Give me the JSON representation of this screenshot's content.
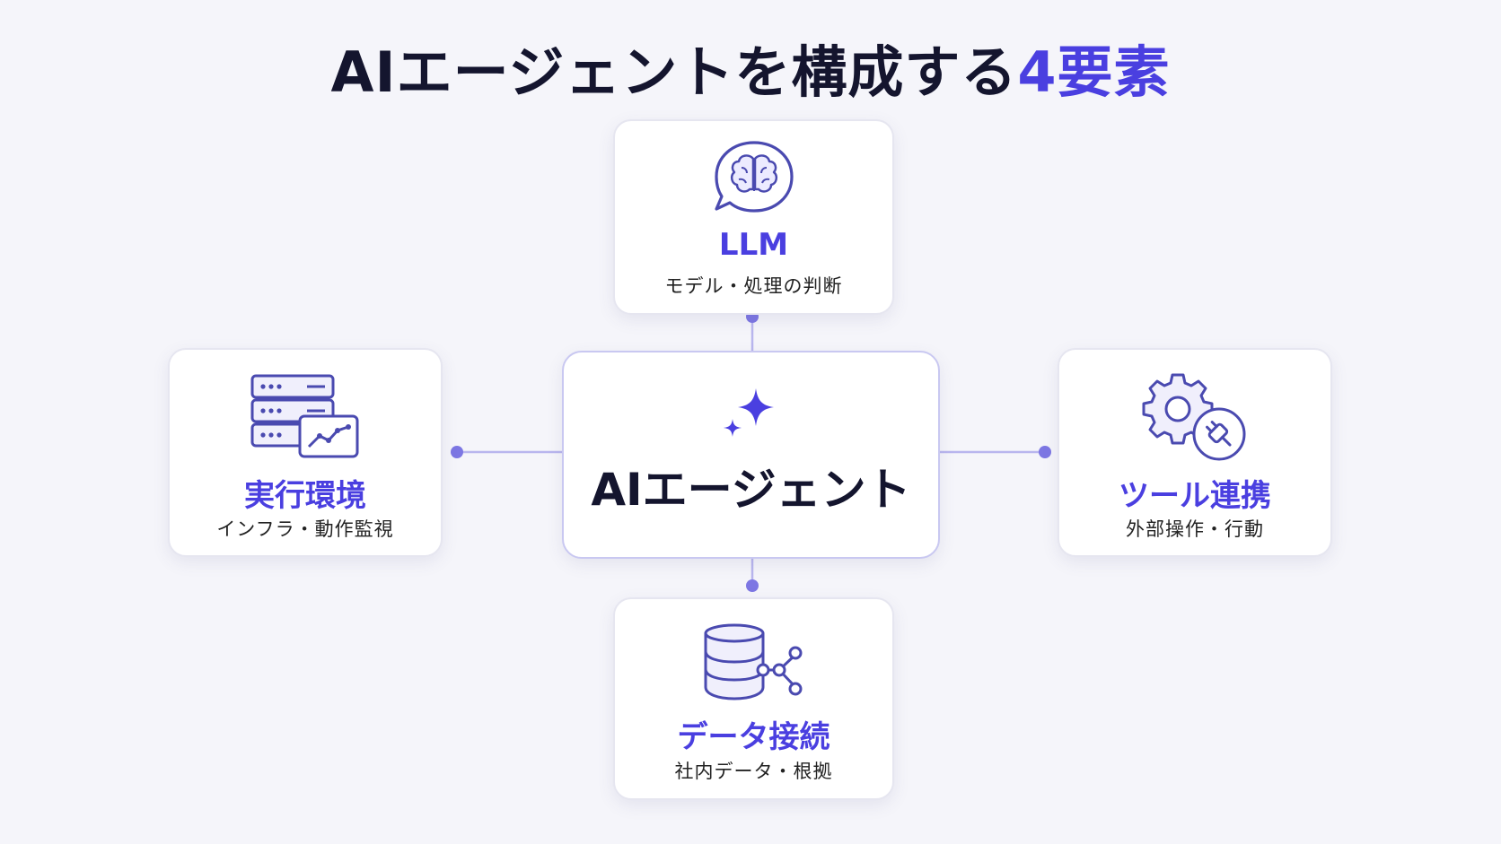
{
  "title": {
    "main": "AIエージェントを構成する",
    "accent": "4要素"
  },
  "center": {
    "label": "AIエージェント",
    "icon": "sparkle-icon"
  },
  "elements": {
    "llm": {
      "name": "LLM",
      "desc": "モデル・処理の判断",
      "icon": "brain-chat-icon"
    },
    "env": {
      "name": "実行環境",
      "desc": "インフラ・動作監視",
      "icon": "server-monitor-icon"
    },
    "tool": {
      "name": "ツール連携",
      "desc": "外部操作・行動",
      "icon": "gear-plug-icon"
    },
    "data": {
      "name": "データ接続",
      "desc": "社内データ・根拠",
      "icon": "database-network-icon"
    }
  },
  "colors": {
    "accent": "#4a3fe0",
    "text": "#14152e",
    "background": "#f5f5fa",
    "connector": "#8f8ae6"
  }
}
